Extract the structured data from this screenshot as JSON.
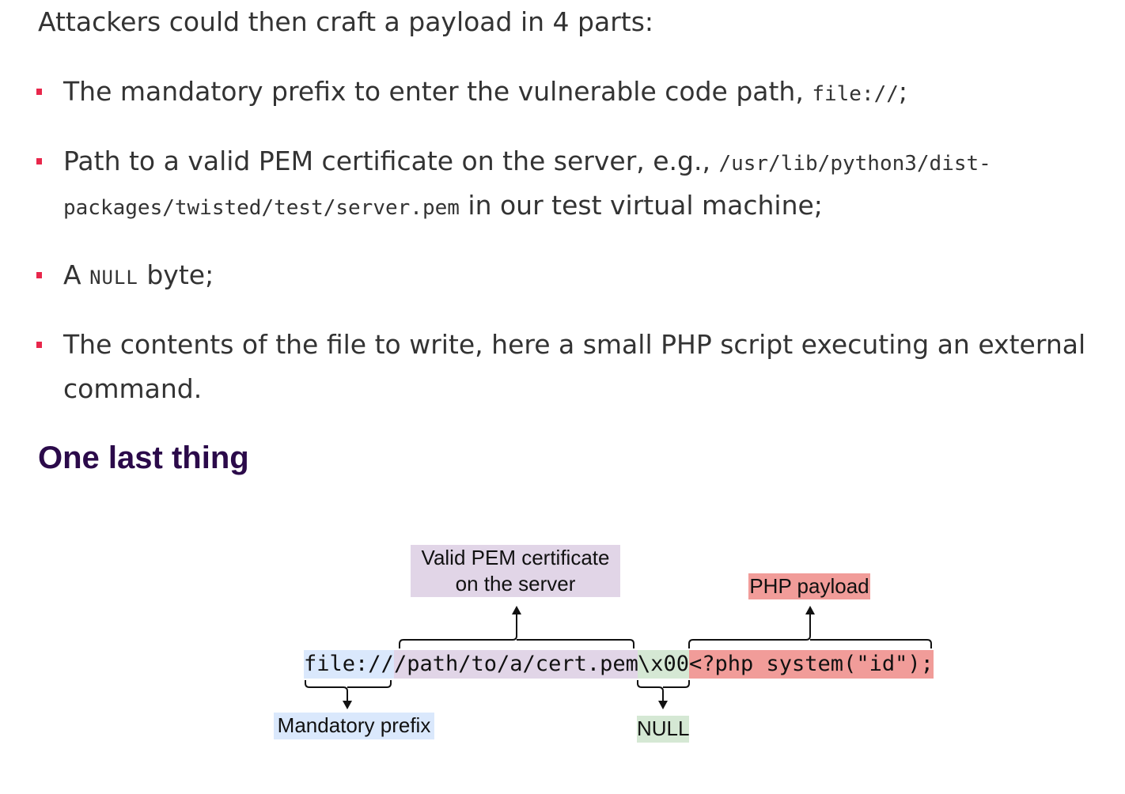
{
  "intro": "Attackers could then craft a payload in 4 parts:",
  "list": {
    "item1": {
      "text": "The mandatory prefix to enter the vulnerable code path, ",
      "code": "file://",
      "end": ";"
    },
    "item2": {
      "text": "Path to a valid PEM certificate on the server, e.g., ",
      "code1": "/usr/lib/python3/dist-",
      "code2": "packages/twisted/test/server.pem",
      "end": " in our test virtual machine;"
    },
    "item3": {
      "start": "A ",
      "code": "NULL",
      "end": " byte;"
    },
    "item4": {
      "line1": "The contents of the file to write, here a small PHP script executing an external",
      "line2": "command."
    }
  },
  "heading": "One last thing",
  "diagram": {
    "payload": {
      "prefix": "file://",
      "path": "/path/to/a/cert.pem",
      "null": "\\x00",
      "php": "<?php system(\"id\");"
    },
    "labels": {
      "pem_line1": "Valid PEM certificate",
      "pem_line2": "on the server",
      "php": "PHP payload",
      "prefix": "Mandatory prefix",
      "null": "NULL"
    },
    "colors": {
      "prefix": "#dae8fc",
      "pem": "#e1d5e7",
      "null": "#d5e8d4",
      "php": "#f19c99",
      "bullet": "#e8274b",
      "heading": "#2b0a4a"
    }
  }
}
